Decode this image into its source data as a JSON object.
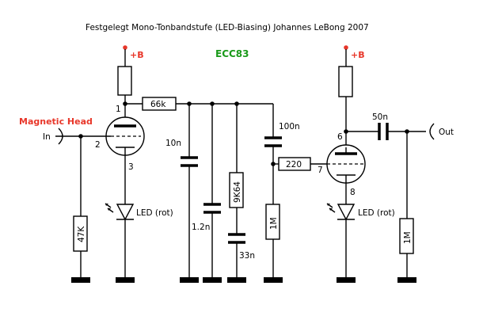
{
  "title": "Festgelegt Mono-Tonbandstufe    (LED-Biasing)  Johannes LeBong 2007",
  "tube_type": "ECC83",
  "input_source": "Magnetic Head",
  "input_label": "In",
  "output_label": "Out",
  "supply_label_left": "+B",
  "supply_label_right": "+B",
  "pins": {
    "v1_plate": "1",
    "v1_grid": "2",
    "v1_cathode": "3",
    "v2_plate": "6",
    "v2_grid": "7",
    "v2_cathode": "8"
  },
  "components": {
    "r_plate_out": "66k",
    "c_shunt_1": "10n",
    "c_shunt_2": "1.2n",
    "r_series": "9K64",
    "c_series": "33n",
    "c_coupling_1": "100n",
    "r_grid_leak_2": "1M",
    "r_grid_stop": "220",
    "c_coupling_2": "50n",
    "r_output": "1M",
    "r_input": "47K",
    "led_1": "LED (rot)",
    "led_2": "LED (rot)"
  },
  "colors": {
    "supply": "#e8372a",
    "tube_type": "#1a9a1a",
    "input_source": "#e8372a"
  }
}
